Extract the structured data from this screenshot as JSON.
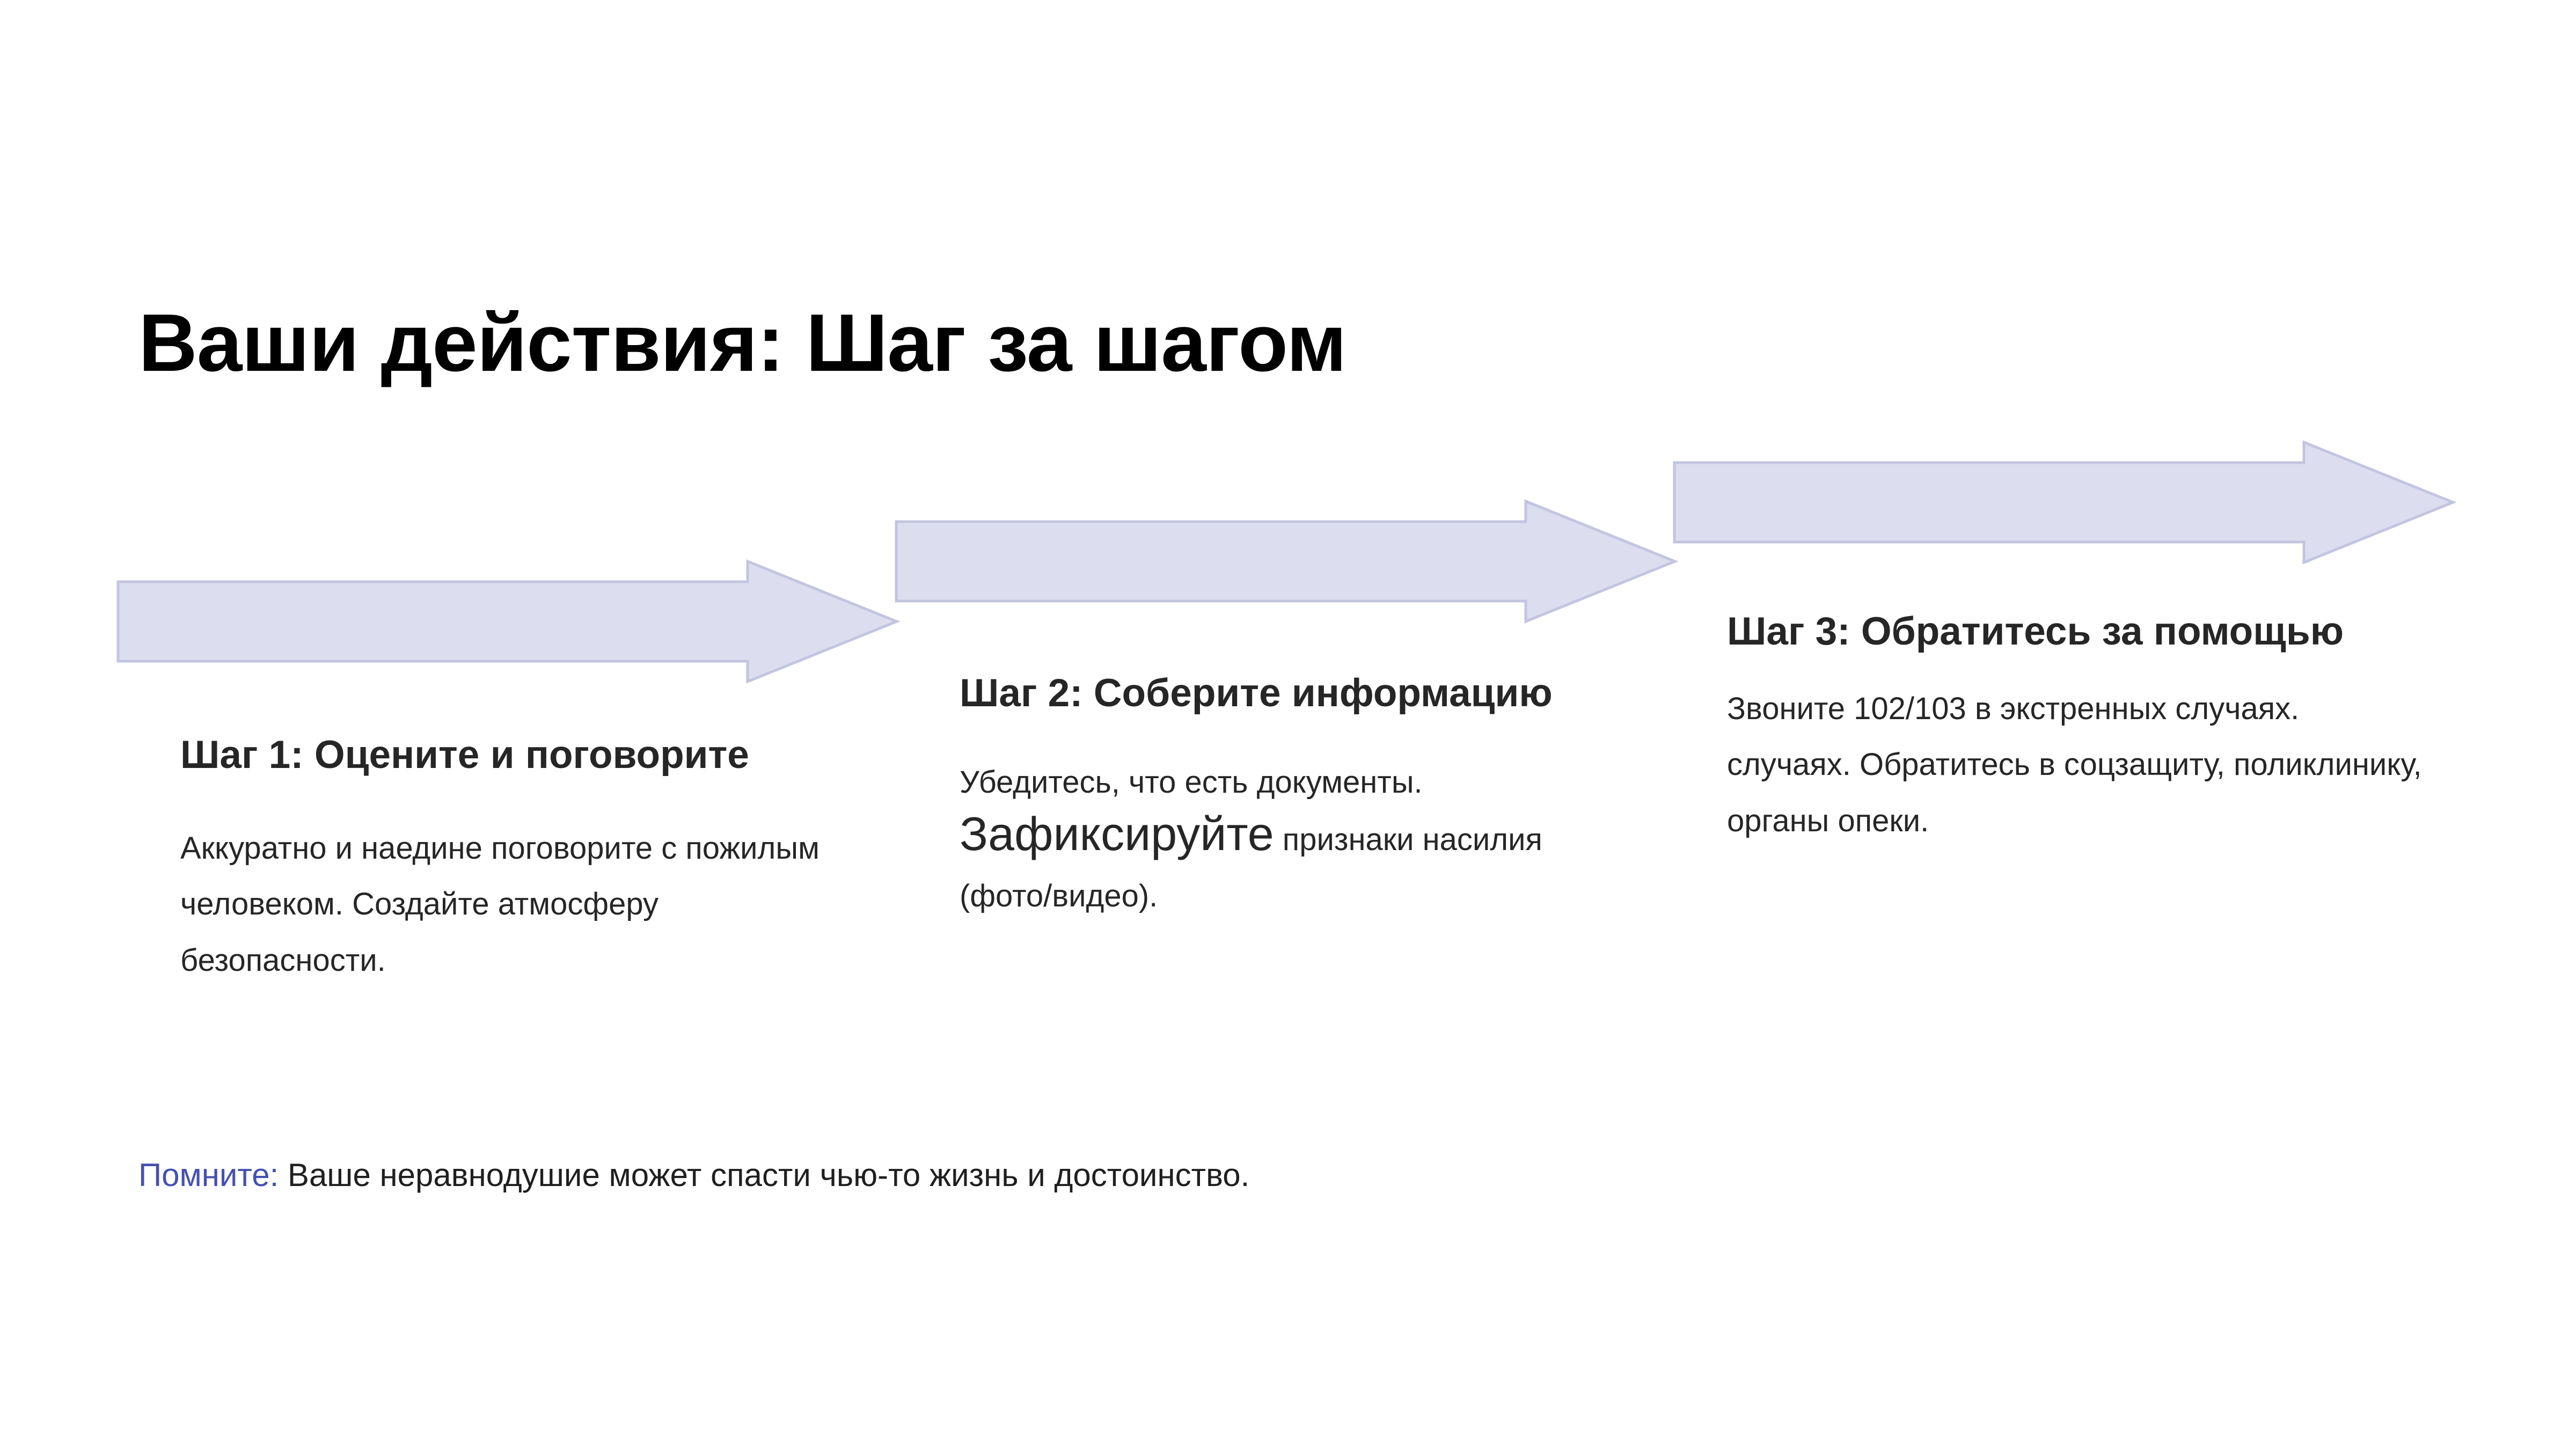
{
  "slide": {
    "title": "Ваши действия: Шаг за шагом",
    "background_color": "#FFFFFF"
  },
  "colors": {
    "arrow_fill": "#DCDDEF",
    "arrow_stroke": "#C3C5DF",
    "title_text": "#000000",
    "body_text": "#262626",
    "accent_remember": "#4550B0"
  },
  "arrows": [
    {
      "name": "arrow-step-1",
      "fill": "#DCDDEF",
      "stroke": "#C3C5DF"
    },
    {
      "name": "arrow-step-2",
      "fill": "#DCDDEF",
      "stroke": "#C3C5DF"
    },
    {
      "name": "arrow-step-3",
      "fill": "#DCDDEF",
      "stroke": "#C3C5DF"
    }
  ],
  "steps": [
    {
      "id": "step-1",
      "heading": "Шаг 1: Оцените и поговорите",
      "body": "Аккуратно и наедине поговорите с пожилым человеком. Создайте атмосферу безопасности."
    },
    {
      "id": "step-2",
      "heading": "Шаг 2: Соберите информацию",
      "body_before": "Убедитесь, что есть документы. ",
      "body_emphasis": "Зафиксируйте",
      "body_after": " признаки насилия (фото/видео)."
    },
    {
      "id": "step-3",
      "heading": "Шаг 3: Обратитесь за помощью",
      "body": "Звоните 102/103 в экстренных случаях. случаях. Обратитесь в соцзащиту, поликлинику, органы опеки."
    }
  ],
  "footer": {
    "remember_label": "Помните:",
    "remember_text": " Ваше неравнодушие может спасти чью-то жизнь и достоинство."
  }
}
